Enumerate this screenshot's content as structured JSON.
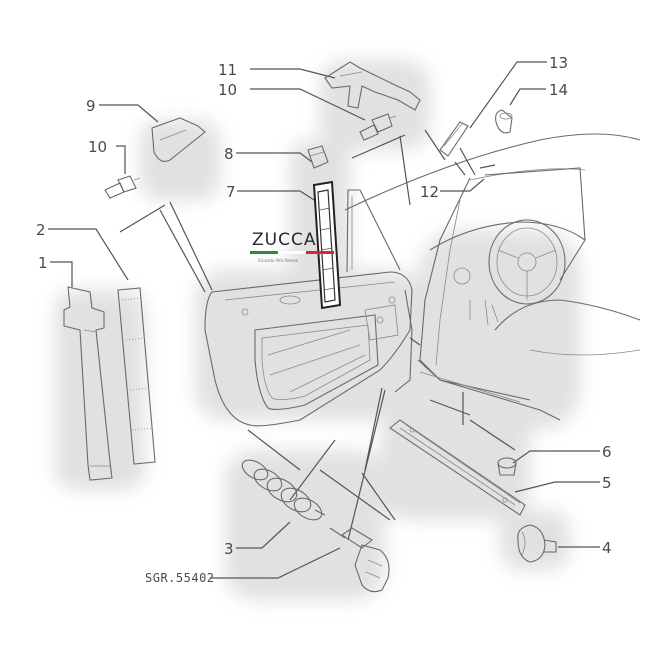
{
  "callouts": {
    "n1": "1",
    "n2": "2",
    "n3": "3",
    "n4": "4",
    "n5": "5",
    "n6": "6",
    "n7": "7",
    "n8": "8",
    "n9": "9",
    "n10a": "10",
    "n10b": "10",
    "n11": "11",
    "n12": "12",
    "n13": "13",
    "n14": "14"
  },
  "reference_code": "SGR.55402",
  "logo": {
    "brand": "ZUCCA",
    "tagline": "Ricambi Alfa Romeo",
    "flag_colors": [
      "#2e8b3a",
      "#ffffff",
      "#d22b2b"
    ]
  },
  "colors": {
    "line": "#555555",
    "shadow": "#d8d8d8",
    "text": "#4a4a4a"
  }
}
